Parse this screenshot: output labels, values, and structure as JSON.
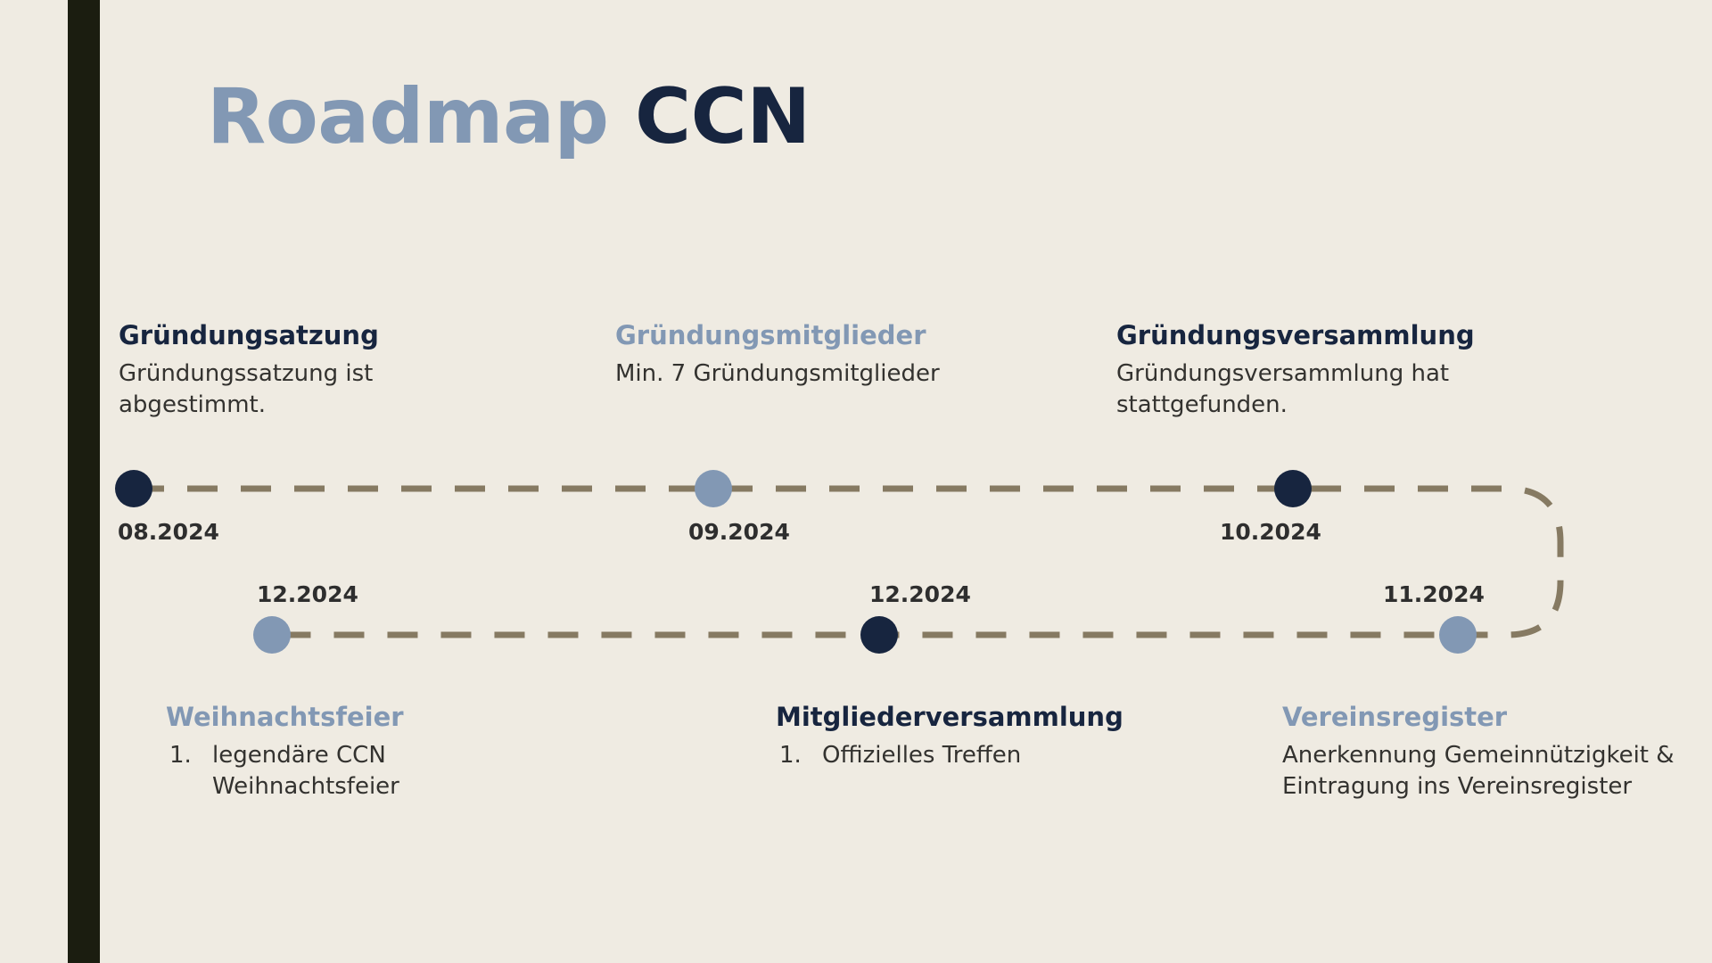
{
  "title": {
    "part_light": "Roadmap",
    "part_dark": " CCN"
  },
  "colors": {
    "background": "#efebe2",
    "accent_bar": "#1b1d10",
    "navy": "#17253f",
    "blue_gray": "#8298b4",
    "dash_line": "#867a62",
    "body_text": "#33322f"
  },
  "timeline": {
    "top_row": [
      {
        "date": "08.2024",
        "dot_color": "navy",
        "heading": "Gründungsatzung",
        "heading_color": "navy",
        "body": "Gründungssatzung ist abgestimmt."
      },
      {
        "date": "09.2024",
        "dot_color": "blue",
        "heading": "Gründungsmitglieder",
        "heading_color": "blue",
        "body": "Min. 7 Gründungsmitglieder"
      },
      {
        "date": "10.2024",
        "dot_color": "navy",
        "heading": "Gründungsversammlung",
        "heading_color": "navy",
        "body": "Gründungsversammlung hat stattgefunden."
      }
    ],
    "bottom_row": [
      {
        "date": "12.2024",
        "dot_color": "blue",
        "heading": "Weihnachtsfeier",
        "heading_color": "blue",
        "list": [
          {
            "num": "1.",
            "text": "legendäre CCN Weihnachtsfeier"
          }
        ]
      },
      {
        "date": "12.2024",
        "dot_color": "navy",
        "heading": "Mitgliederversammlung",
        "heading_color": "navy",
        "list": [
          {
            "num": "1.",
            "text": "Offizielles Treffen"
          }
        ]
      },
      {
        "date": "11.2024",
        "dot_color": "blue",
        "heading": "Vereinsregister",
        "heading_color": "blue",
        "body": "Anerkennung Gemeinnützigkeit & Eintragung ins Vereinsregister"
      }
    ]
  }
}
